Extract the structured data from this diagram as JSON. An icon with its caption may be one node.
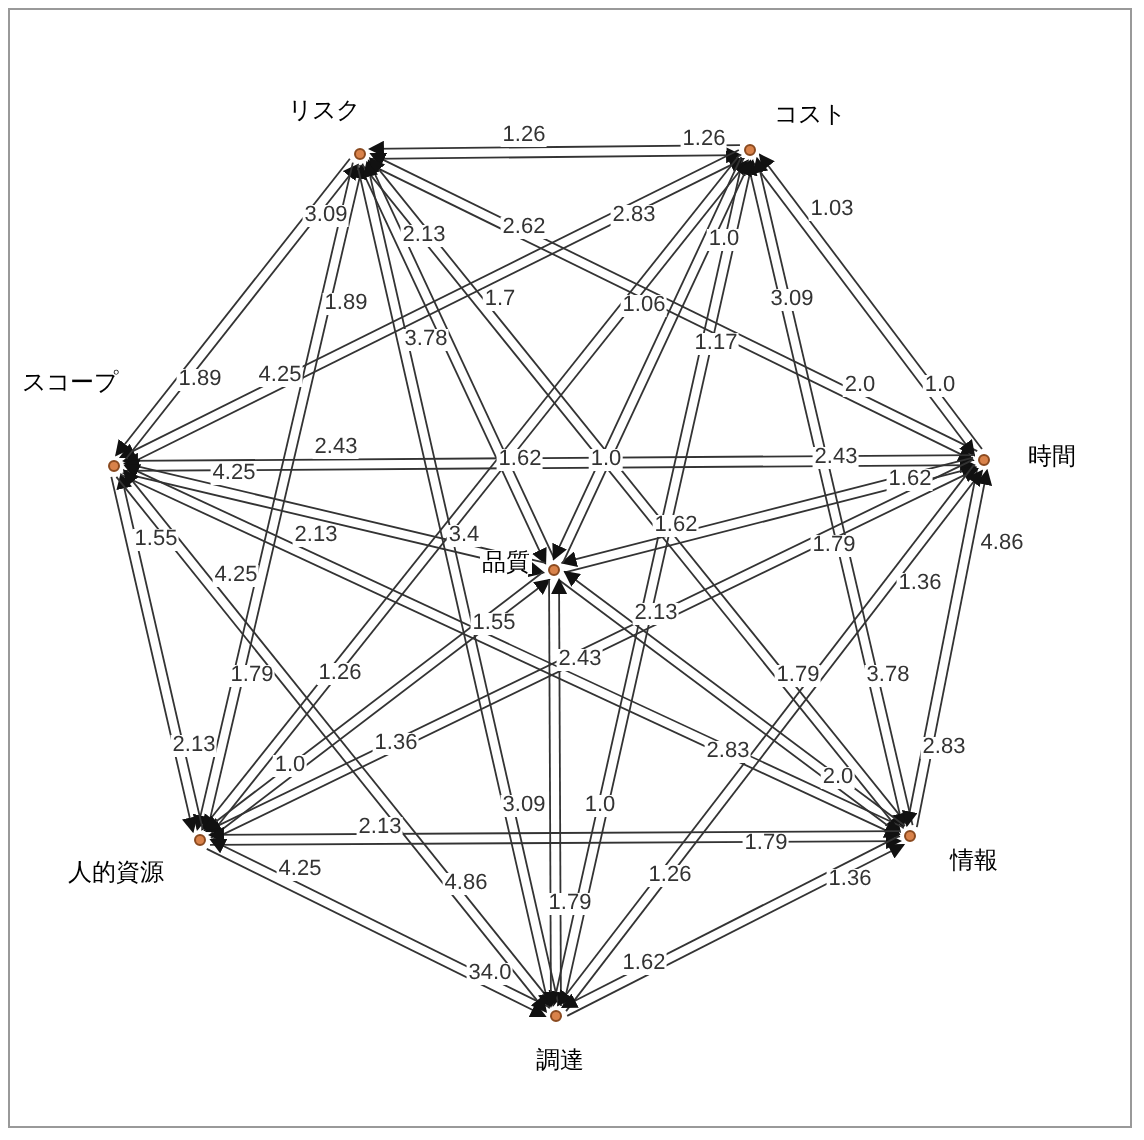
{
  "diagram": {
    "nodes": [
      {
        "text": [
          "リスク"
        ]
      },
      {
        "text": [
          "コスト"
        ]
      },
      {
        "text": [
          "スコープ"
        ]
      },
      {
        "text": [
          "時間"
        ]
      },
      {
        "text": [
          "品質"
        ]
      },
      {
        "text": [
          "人的資源"
        ]
      },
      {
        "text": [
          "情報"
        ]
      },
      {
        "text": [
          "調達"
        ]
      }
    ],
    "edges": [
      {
        "from": 0,
        "to": 1,
        "arrow": "to",
        "label": "1.26"
      },
      {
        "from": 1,
        "to": 0,
        "arrow": "to",
        "label": "1.26"
      },
      {
        "from": 0,
        "to": 3,
        "arrow": "to",
        "label": "2.62"
      },
      {
        "from": 3,
        "to": 0,
        "arrow": "to",
        "label": "1.17"
      },
      {
        "from": 1,
        "to": 2,
        "arrow": "to",
        "label": "2.83"
      },
      {
        "from": 2,
        "to": 1,
        "arrow": "to",
        "label": "4.25"
      },
      {
        "from": 0,
        "to": 2,
        "arrow": "to",
        "label": "3.09"
      },
      {
        "from": 2,
        "to": 0,
        "arrow": "to",
        "label": "1.89"
      },
      {
        "from": 0,
        "to": 4,
        "arrow": "to",
        "label": "2.13"
      },
      {
        "from": 4,
        "to": 0,
        "arrow": "to"
      },
      {
        "from": 1,
        "to": 3,
        "arrow": "to",
        "label": "1.03"
      },
      {
        "from": 3,
        "to": 1,
        "arrow": "to",
        "label": "1.0"
      },
      {
        "from": 0,
        "to": 5,
        "arrow": "to",
        "label": "1.89"
      },
      {
        "from": 5,
        "to": 0,
        "arrow": "to",
        "label": "1.79"
      },
      {
        "from": 0,
        "to": 6,
        "arrow": "to",
        "label": "1.7"
      },
      {
        "from": 6,
        "to": 0,
        "arrow": "to",
        "label": "1.79"
      },
      {
        "from": 1,
        "to": 7,
        "arrow": "to",
        "label": "1.0"
      },
      {
        "from": 7,
        "to": 1,
        "arrow": "to",
        "label": "1.0"
      },
      {
        "from": 1,
        "to": 5,
        "arrow": "to",
        "label": "1.06"
      },
      {
        "from": 5,
        "to": 1,
        "arrow": "to",
        "label": "1.26"
      },
      {
        "from": 1,
        "to": 6,
        "arrow": "to",
        "label": "3.09"
      },
      {
        "from": 6,
        "to": 1,
        "arrow": "to",
        "label": "3.78"
      },
      {
        "from": 0,
        "to": 7,
        "arrow": "to",
        "label": "3.78"
      },
      {
        "from": 7,
        "to": 0,
        "arrow": "to",
        "label": "3.09"
      },
      {
        "from": 2,
        "to": 3,
        "arrow": "to",
        "label": "2.43"
      },
      {
        "from": 3,
        "to": 2,
        "arrow": "to",
        "label": "2.43"
      },
      {
        "from": 4,
        "to": 3,
        "arrow": "to",
        "label": "1.62"
      },
      {
        "from": 3,
        "to": 4,
        "arrow": "to",
        "label": "1.62"
      },
      {
        "from": 3,
        "to": 6,
        "arrow": "to",
        "label": "4.86"
      },
      {
        "from": 6,
        "to": 3,
        "arrow": "to",
        "label": "2.83"
      },
      {
        "from": 2,
        "to": 4,
        "arrow": "to",
        "label": "2.13"
      },
      {
        "from": 4,
        "to": 2,
        "arrow": "to",
        "label": "3.4"
      },
      {
        "from": 2,
        "to": 5,
        "arrow": "to",
        "label": "1.55"
      },
      {
        "from": 5,
        "to": 2,
        "arrow": "to",
        "label": "2.13"
      },
      {
        "from": 5,
        "to": 3,
        "arrow": "to",
        "label": "1.36"
      },
      {
        "from": 3,
        "to": 5,
        "arrow": "to",
        "label": "1.79"
      },
      {
        "from": 4,
        "to": 5,
        "arrow": "to",
        "label": "1.55"
      },
      {
        "from": 5,
        "to": 4,
        "arrow": "to",
        "label": "1.0"
      },
      {
        "from": 2,
        "to": 6,
        "arrow": "to",
        "label": "2.43"
      },
      {
        "from": 6,
        "to": 2,
        "arrow": "to",
        "label": "2.83"
      },
      {
        "from": 4,
        "to": 6,
        "arrow": "to",
        "label": "2.13"
      },
      {
        "from": 6,
        "to": 4,
        "arrow": "to",
        "label": "2.0"
      },
      {
        "from": 5,
        "to": 6,
        "arrow": "to",
        "label": "2.13"
      },
      {
        "from": 6,
        "to": 5,
        "arrow": "to",
        "label": "1.79"
      },
      {
        "from": 5,
        "to": 7,
        "arrow": "to",
        "label": "4.25"
      },
      {
        "from": 7,
        "to": 5,
        "arrow": "to",
        "label": "34.0"
      },
      {
        "from": 2,
        "to": 7,
        "arrow": "to",
        "label": "4.25"
      },
      {
        "from": 7,
        "to": 2,
        "arrow": "to",
        "label": "4.86"
      },
      {
        "from": 4,
        "to": 7,
        "arrow": "to",
        "label": "1.79"
      },
      {
        "from": 7,
        "to": 4,
        "arrow": "to"
      },
      {
        "from": 3,
        "to": 7,
        "arrow": "to",
        "label": "1.36"
      },
      {
        "from": 7,
        "to": 3,
        "arrow": "to",
        "label": "1.26"
      },
      {
        "from": 6,
        "to": 7,
        "arrow": "to",
        "label": "1.36"
      },
      {
        "from": 7,
        "to": 6,
        "arrow": "to",
        "label": "1.62"
      },
      {
        "from": 4,
        "to": 1,
        "arrow": "to",
        "label": "1.0"
      },
      {
        "from": 1,
        "to": 4,
        "arrow": "to"
      }
    ],
    "labels": [
      "2.0",
      "1.62",
      "4.25"
    ]
  }
}
